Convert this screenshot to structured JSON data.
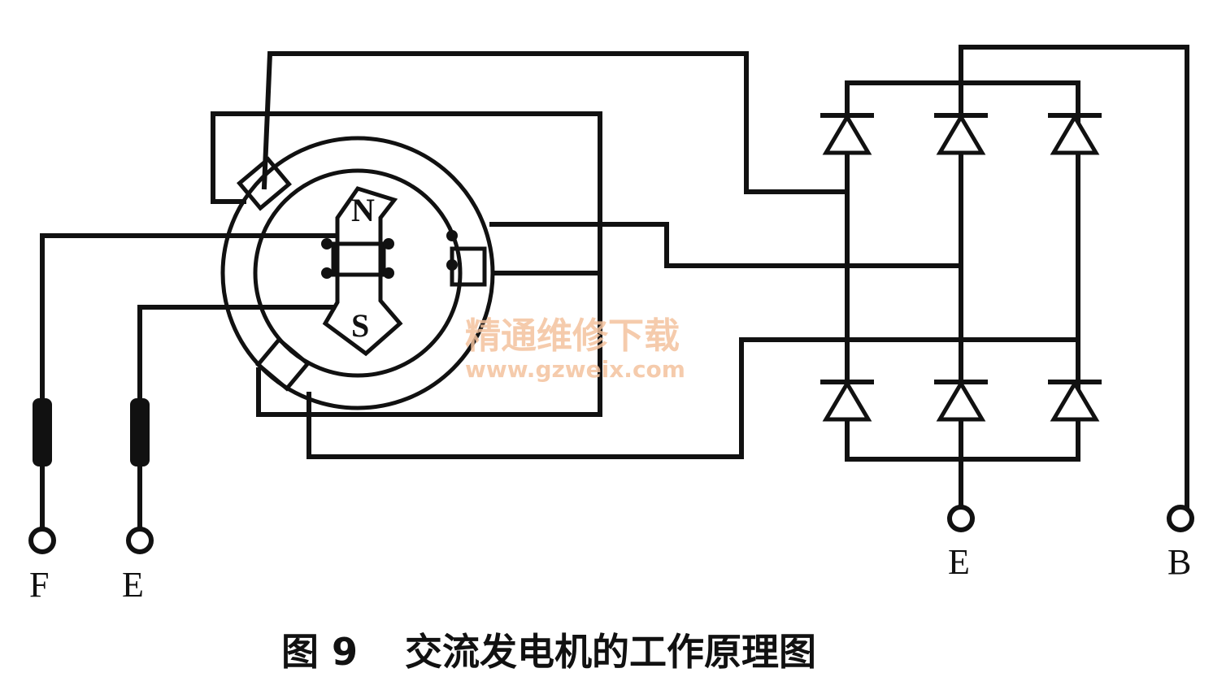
{
  "caption": {
    "fig_label": "图 9",
    "title": "交流发电机的工作原理图"
  },
  "terminals": {
    "field": "F",
    "ground_left": "E",
    "ground_right": "E",
    "battery": "B"
  },
  "rotor_poles": {
    "north": "N",
    "south": "S"
  },
  "watermark": {
    "name": "精通维修下载",
    "url": "www.gzweix.com"
  }
}
